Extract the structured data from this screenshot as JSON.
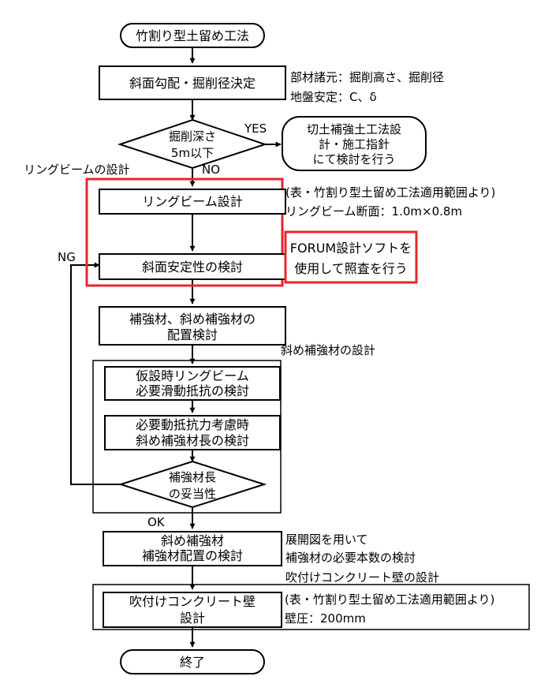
{
  "start": "竹割り型土留め工法",
  "step_slope": "斜面勾配・掘削径決定",
  "note_slope": [
    "部材諸元：掘削高さ、掘削径",
    "地盤安定：C、δ"
  ],
  "decision_depth": [
    "掘削深さ",
    "5m以下"
  ],
  "yes_label": "YES",
  "no_label": "NO",
  "yes_result": [
    "切土補強土工法設",
    "計・施工指針",
    "にて検討を行う"
  ],
  "section_ring": "リングビームの設計",
  "step_ring_design": "リングビーム設計",
  "note_ring": [
    "(表・竹割り型土留め工法適用範囲より)",
    "リングビーム断面：1.0m×0.8m"
  ],
  "step_slope_check": "斜面安定性の検討",
  "forum_note": [
    "FORUM設計ソフトを",
    "使用して照査を行う"
  ],
  "ng_label": "NG",
  "step_reinf_layout": [
    "補強材、斜め補強材の",
    "配置検討"
  ],
  "section_diag": "斜め補強材の設計",
  "step_sliding": [
    "仮設時リングビーム",
    "必要滑動抵抗の検討"
  ],
  "step_length": [
    "必要動抵抗力考慮時",
    "斜め補強材長の検討"
  ],
  "decision_valid": [
    "補強材長",
    "の妥当性"
  ],
  "ok_label": "OK",
  "step_placement": [
    "斜め補強材",
    "補強材配置の検討"
  ],
  "note_placement": [
    "展開図を用いて",
    "補強材の必要本数の検討"
  ],
  "section_wall": "吹付けコンクリート壁の設計",
  "step_wall": [
    "吹付けコンクリート壁",
    "設計"
  ],
  "note_wall": [
    "(表・竹割り型土留め工法適用範囲より)",
    "壁圧：200mm"
  ],
  "end": "終了"
}
